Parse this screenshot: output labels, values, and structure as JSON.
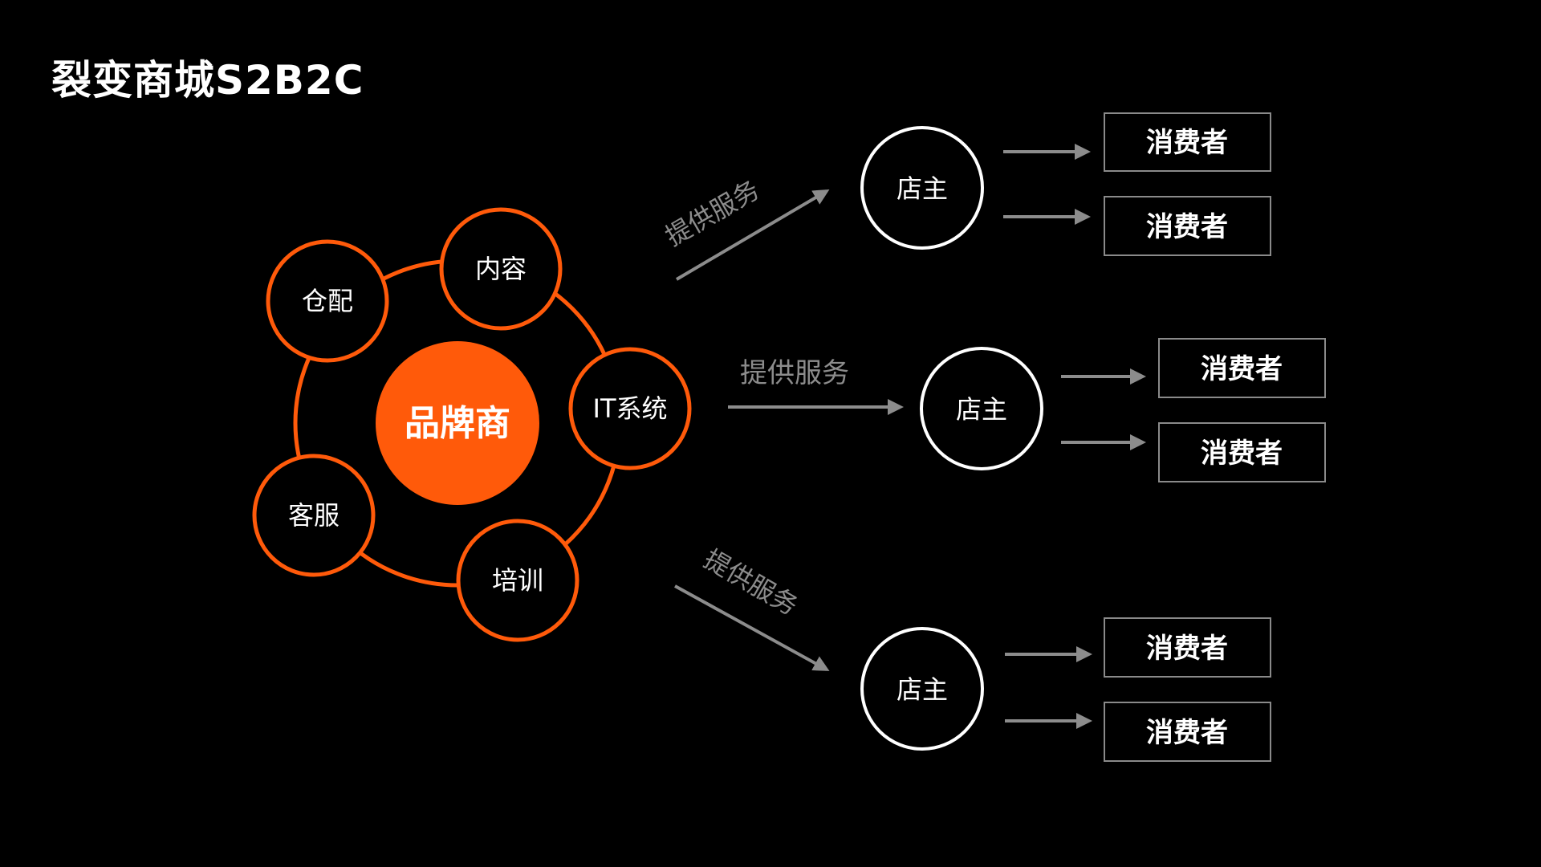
{
  "title": "裂变商城S2B2C",
  "colors": {
    "accent": "#ff5a0a",
    "background": "#000000",
    "text": "#ffffff",
    "arrow": "#8c8c8c",
    "box_border": "#8a8a8a"
  },
  "hub": {
    "center_label": "品牌商",
    "satellites": [
      "内容",
      "IT系统",
      "培训",
      "客服",
      "仓配"
    ]
  },
  "branches": [
    {
      "service_label": "提供服务",
      "node_label": "店主",
      "consumers": [
        "消费者",
        "消费者"
      ]
    },
    {
      "service_label": "提供服务",
      "node_label": "店主",
      "consumers": [
        "消费者",
        "消费者"
      ]
    },
    {
      "service_label": "提供服务",
      "node_label": "店主",
      "consumers": [
        "消费者",
        "消费者"
      ]
    }
  ]
}
